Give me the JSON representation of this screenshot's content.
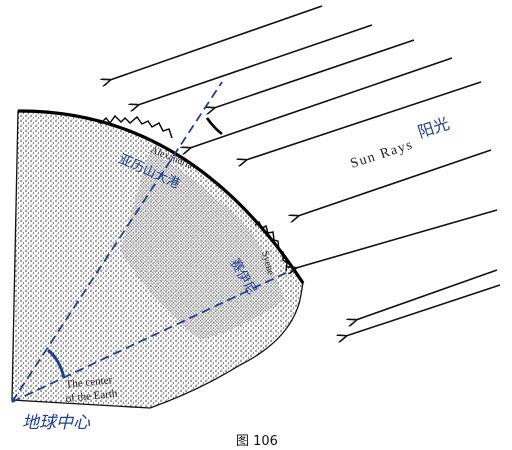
{
  "diagram": {
    "title": "",
    "labels": {
      "sun_rays_en": "Sun Rays",
      "sun_rays_cn": "阳光",
      "alexandria_en": "Alexandria",
      "alexandria_cn": "亚历山大港",
      "syene_en": "Syene",
      "syene_cn": "赛伊尼",
      "center_en_line1": "The center",
      "center_en_line2": "of the Earth",
      "center_cn": "地球中心"
    },
    "caption": "图 106",
    "colors": {
      "ink": "#111111",
      "annotation_blue": "#1f3e98",
      "stipple": "#2a2a2a",
      "background": "#ffffff"
    },
    "elements": [
      "earth-quarter-section",
      "sun-ray-arrows",
      "alexandria-gnomon-line",
      "syene-radius-line",
      "center-angle-arc",
      "ray-angle-arc"
    ]
  }
}
